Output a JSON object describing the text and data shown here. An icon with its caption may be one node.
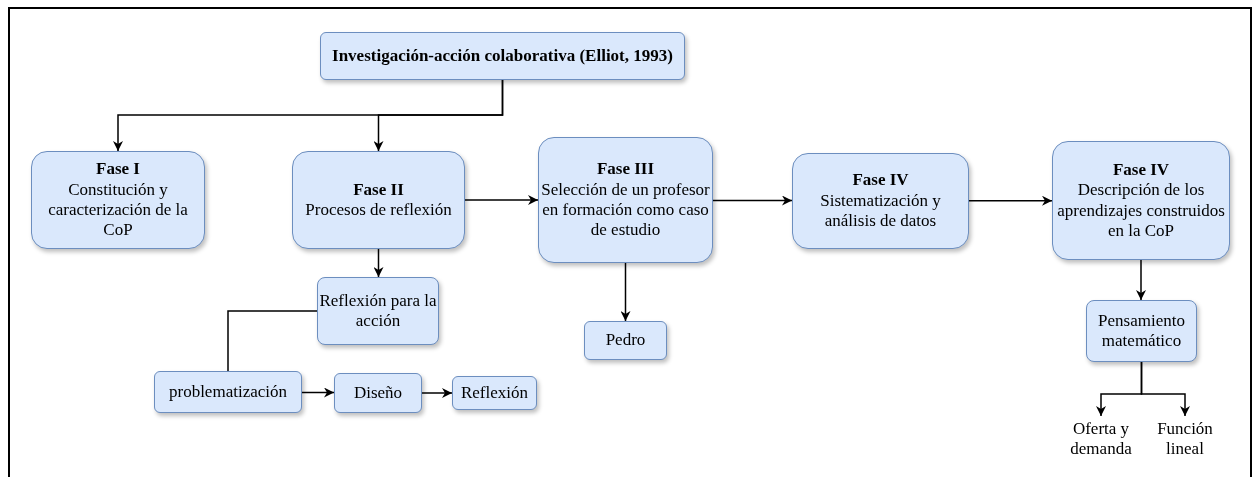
{
  "diagram": {
    "nodes": [
      {
        "text": [
          "Investigación-acción colaborativa (Elliot, 1993)"
        ]
      },
      {
        "text": [
          "Fase I",
          "Constitución y caracterización de la CoP"
        ]
      },
      {
        "text": [
          "Fase II",
          "Procesos de reflexión"
        ]
      },
      {
        "text": [
          "Fase III",
          "Selección de un profesor en formación como caso de estudio"
        ]
      },
      {
        "text": [
          "Fase IV",
          "Sistematización y análisis de datos"
        ]
      },
      {
        "text": [
          "Fase IV",
          "Descripción de los aprendizajes construidos en la CoP"
        ]
      },
      {
        "text": [
          "Reflexión para la acción"
        ]
      },
      {
        "text": [
          "problematización"
        ]
      },
      {
        "text": [
          "Diseño"
        ]
      },
      {
        "text": [
          "Reflexión"
        ]
      },
      {
        "text": [
          "Pedro"
        ]
      },
      {
        "text": [
          "Pensamiento matemático"
        ]
      },
      {
        "text": [
          "Oferta y demanda"
        ]
      },
      {
        "text": [
          "Función lineal"
        ]
      }
    ],
    "edges": [
      {
        "from": 0,
        "to": 1,
        "arrow": "to"
      },
      {
        "from": 0,
        "to": 2,
        "arrow": "to"
      },
      {
        "from": 2,
        "to": 3,
        "arrow": "to"
      },
      {
        "from": 3,
        "to": 4,
        "arrow": "to"
      },
      {
        "from": 4,
        "to": 5,
        "arrow": "to"
      },
      {
        "from": 2,
        "to": 6,
        "arrow": "to"
      },
      {
        "from": 6,
        "to": 7,
        "arrow": "none"
      },
      {
        "from": 7,
        "to": 8,
        "arrow": "to"
      },
      {
        "from": 8,
        "to": 9,
        "arrow": "to"
      },
      {
        "from": 3,
        "to": 10,
        "arrow": "to"
      },
      {
        "from": 5,
        "to": 11,
        "arrow": "to"
      },
      {
        "from": 11,
        "to": 12,
        "arrow": "to"
      },
      {
        "from": 11,
        "to": 13,
        "arrow": "to"
      }
    ]
  }
}
